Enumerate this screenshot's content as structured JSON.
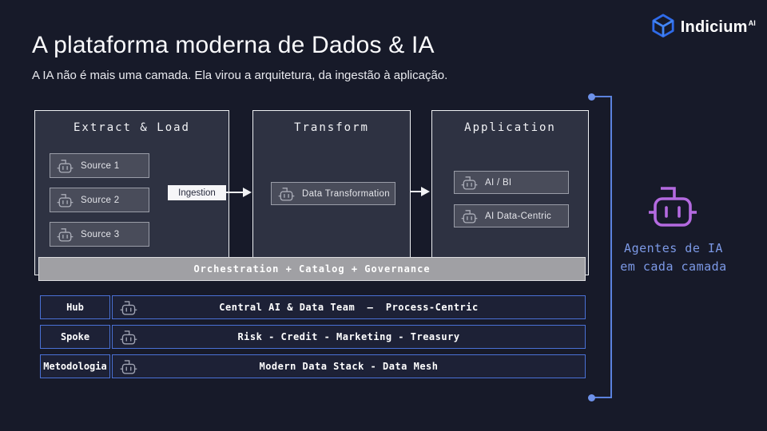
{
  "slide": {
    "title": "A plataforma moderna de Dados & IA",
    "subtitle": "A IA não é mais uma camada. Ela virou a arquitetura, da ingestão à aplicação."
  },
  "logo": {
    "brand": "Indicium",
    "suffix": "AI"
  },
  "pipeline": {
    "stages": [
      {
        "title": "Extract & Load",
        "items": [
          {
            "label": "Source 1"
          },
          {
            "label": "Source 2"
          },
          {
            "label": "Source 3"
          }
        ]
      },
      {
        "title": "Transform",
        "items": [
          {
            "label": "Data Transformation"
          }
        ]
      },
      {
        "title": "Application",
        "items": [
          {
            "label": "AI / BI"
          },
          {
            "label": "AI Data-Centric"
          }
        ]
      }
    ],
    "ingestion_label": "Ingestion",
    "governance_bar": "Orchestration + Catalog + Governance"
  },
  "org_rows": [
    {
      "label": "Hub",
      "content": "Central AI & Data Team  —  Process-Centric"
    },
    {
      "label": "Spoke",
      "content": "Risk - Credit - Marketing - Treasury"
    },
    {
      "label": "Metodologia",
      "content": "Modern Data Stack - Data Mesh"
    }
  ],
  "callout": {
    "line1": "Agentes de IA",
    "line2": "em cada camada"
  },
  "colors": {
    "background": "#171a29",
    "stage_fill": "#2e3242",
    "stage_border": "#eef0f3",
    "item_fill": "#494c5a",
    "item_border": "#9a9da8",
    "governance_fill": "#a0a0a4",
    "row_border": "#4a71d6",
    "row_fill": "#1d2136",
    "bracket_blue": "#5b82dd",
    "callout_text": "#7c99e6",
    "agent_purple": "#b46ae0",
    "logo_blue": "#2f6bea"
  }
}
